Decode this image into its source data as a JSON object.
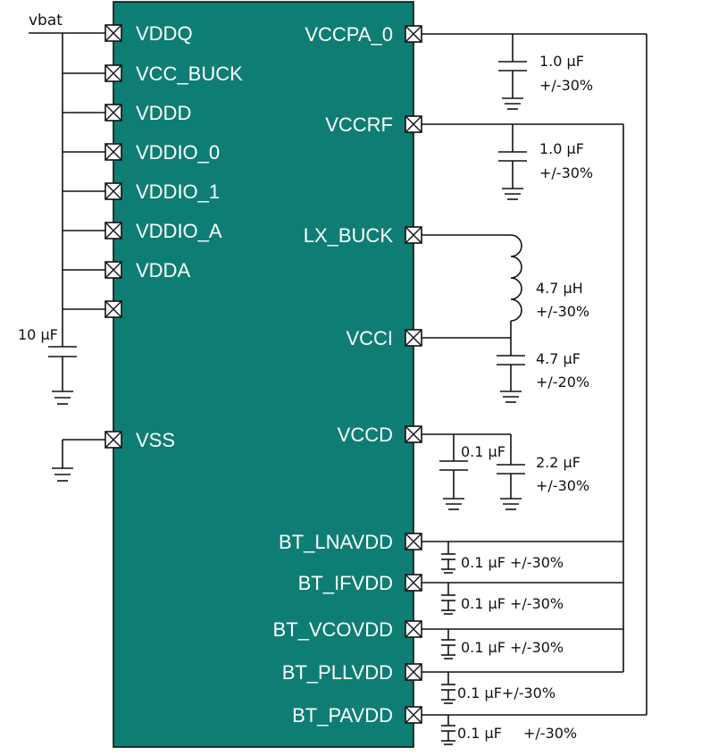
{
  "chip": {
    "color": "#0e7e74",
    "left_pins": [
      "VDDQ",
      "VCC_BUCK",
      "VDDD",
      "VDDIO_0",
      "VDDIO_1",
      "VDDIO_A",
      "VDDA",
      "",
      "VSS"
    ],
    "right_pins": [
      "VCCPA_0",
      "VCCRF",
      "LX_BUCK",
      "VCCI",
      "VCCD",
      "BT_LNAVDD",
      "BT_IFVDD",
      "BT_VCOVDD",
      "BT_PLLVDD",
      "BT_PAVDD"
    ]
  },
  "nets": {
    "supply": "vbat"
  },
  "components": {
    "c_vbat": "10 µF",
    "c_vccpa_value": "1.0 µF",
    "c_vccpa_tol": "+/-30%",
    "c_vccrf_value": "1.0 µF",
    "c_vccrf_tol": "+/-30%",
    "l_buck_value": "4.7 µH",
    "l_buck_tol": "+/-30%",
    "c_vcci_value": "4.7 µF",
    "c_vcci_tol": "+/-20%",
    "c_vccd_small": "0.1 µF",
    "c_vccd_value": "2.2 µF",
    "c_vccd_tol": "+/-30%",
    "c_bt_lnavdd": "0.1 µF +/-30%",
    "c_bt_ifvdd": "0.1 µF +/-30%",
    "c_bt_vcovdd": "0.1 µF +/-30%",
    "c_bt_pllvdd": "0.1 µF+/-30%",
    "c_bt_pavdd_value": "0.1 µF",
    "c_bt_pavdd_tol": "+/-30%"
  }
}
